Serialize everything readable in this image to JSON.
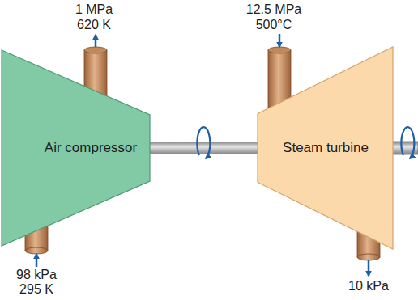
{
  "diagram": {
    "nodes": [
      {
        "text": [
          "Air compressor"
        ]
      },
      {
        "text": [
          "Steam turbine"
        ]
      }
    ],
    "edges": [
      {
        "from": 0,
        "to": 1,
        "arrow": "none"
      }
    ],
    "labels": [
      "1 MPa",
      "620 K",
      "12.5 MPa",
      "500°C",
      "98 kPa",
      "295 K",
      "10 kPa"
    ]
  }
}
